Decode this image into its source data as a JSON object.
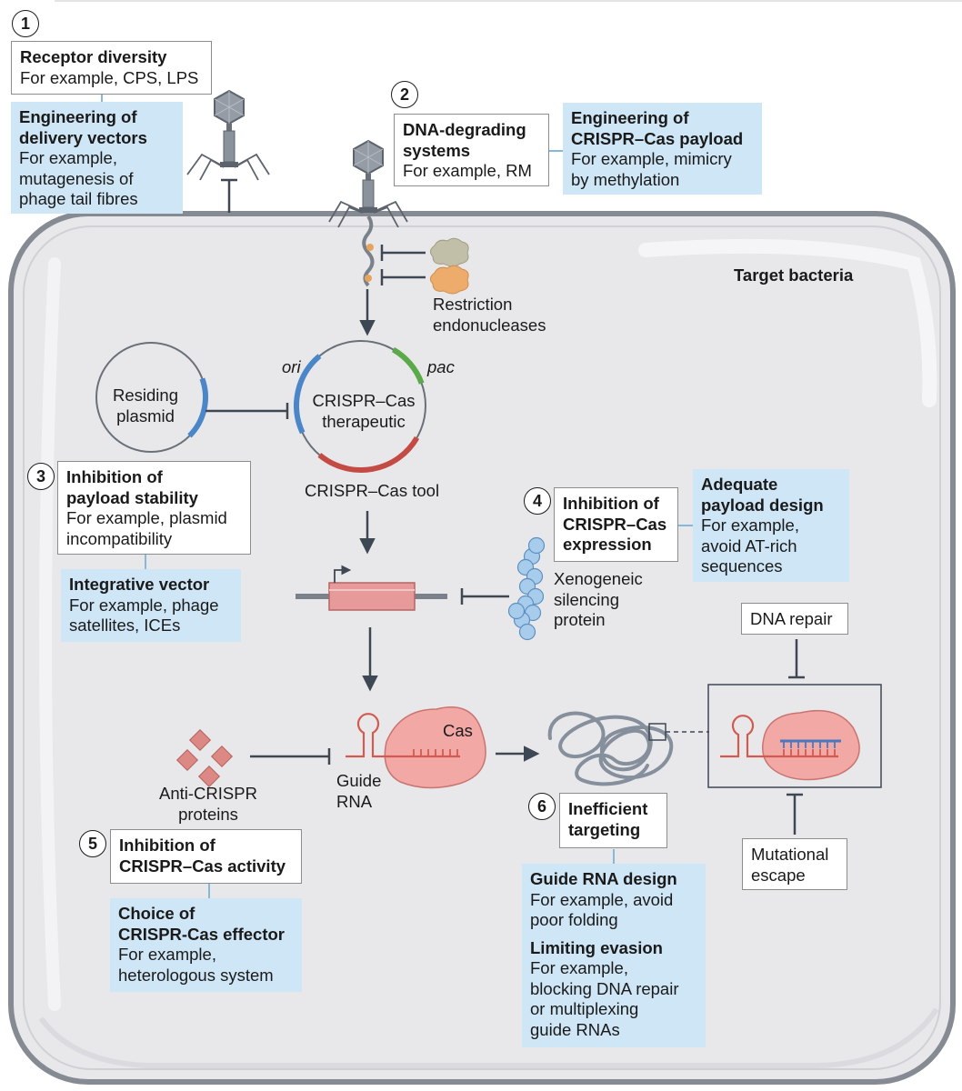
{
  "cell_label": "Target bacteria",
  "steps": {
    "1": {
      "number": "1",
      "barrier": {
        "title": "Receptor diversity",
        "lines": [
          "For example, CPS, LPS"
        ]
      },
      "solution": {
        "title_lines": [
          "Engineering of",
          "delivery vectors"
        ],
        "lines": [
          "For example,",
          "mutagenesis of",
          "phage tail fibres"
        ]
      }
    },
    "2": {
      "number": "2",
      "barrier": {
        "title_lines": [
          "DNA-degrading",
          "systems"
        ],
        "lines": [
          "For example, RM"
        ]
      },
      "solution": {
        "title_lines": [
          "Engineering of",
          "CRISPR–Cas payload"
        ],
        "lines": [
          "For example, mimicry",
          "by methylation"
        ]
      }
    },
    "3": {
      "number": "3",
      "barrier": {
        "title_lines": [
          "Inhibition of",
          "payload stability"
        ],
        "lines": [
          "For example, plasmid",
          "incompatibility"
        ]
      },
      "solution": {
        "title": "Integrative vector",
        "lines": [
          "For example, phage",
          "satellites, ICEs"
        ]
      }
    },
    "4": {
      "number": "4",
      "barrier": {
        "title_lines": [
          "Inhibition of",
          "CRISPR–Cas",
          "expression"
        ]
      },
      "solution": {
        "title_lines": [
          "Adequate",
          "payload design"
        ],
        "lines": [
          "For example,",
          "avoid AT-rich",
          "sequences"
        ]
      }
    },
    "5": {
      "number": "5",
      "barrier": {
        "title_lines": [
          "Inhibition of",
          "CRISPR–Cas activity"
        ]
      },
      "solution": {
        "title_lines": [
          "Choice of",
          "CRISPR-Cas effector"
        ],
        "lines": [
          "For example,",
          "heterologous system"
        ]
      }
    },
    "6": {
      "number": "6",
      "barrier": {
        "title_lines": [
          "Inefficient",
          "targeting"
        ]
      },
      "solution1": {
        "title": "Guide RNA design",
        "lines": [
          "For example, avoid",
          "poor folding"
        ]
      },
      "solution2": {
        "title": "Limiting evasion",
        "lines": [
          "For example,",
          "blocking DNA repair",
          "or multiplexing",
          "guide RNAs"
        ]
      }
    }
  },
  "labels": {
    "restriction": [
      "Restriction",
      "endonucleases"
    ],
    "residing_plasmid": [
      "Residing",
      "plasmid"
    ],
    "ori": "ori",
    "pac": "pac",
    "therapeutic": [
      "CRISPR–Cas",
      "therapeutic"
    ],
    "tool": "CRISPR–Cas tool",
    "xenogeneic": [
      "Xenogeneic",
      "silencing",
      "protein"
    ],
    "anti_crispr": [
      "Anti-CRISPR",
      "proteins"
    ],
    "guide_rna": [
      "Guide",
      "RNA"
    ],
    "cas": "Cas",
    "dna_repair": "DNA repair",
    "mutational_escape": [
      "Mutational",
      "escape"
    ]
  },
  "colors": {
    "cell_fill": "#e8e8ea",
    "cell_stroke": "#868b93",
    "solution_fill": "#cfe6f6",
    "connector": "#86b8dc",
    "arrow": "#3e4754",
    "ori_blue": "#4a86c8",
    "pac_green": "#5aaa4a",
    "tool_red": "#c44a44",
    "gene_pink": "#e79a9a",
    "cas_pink": "#f2a8a4",
    "rna_red": "#d35a50",
    "dna_blue": "#4a78c0",
    "protein_blue": "#a8ccec",
    "anti_crispr": "#dc8884",
    "phage_grey": "#8a929c"
  }
}
